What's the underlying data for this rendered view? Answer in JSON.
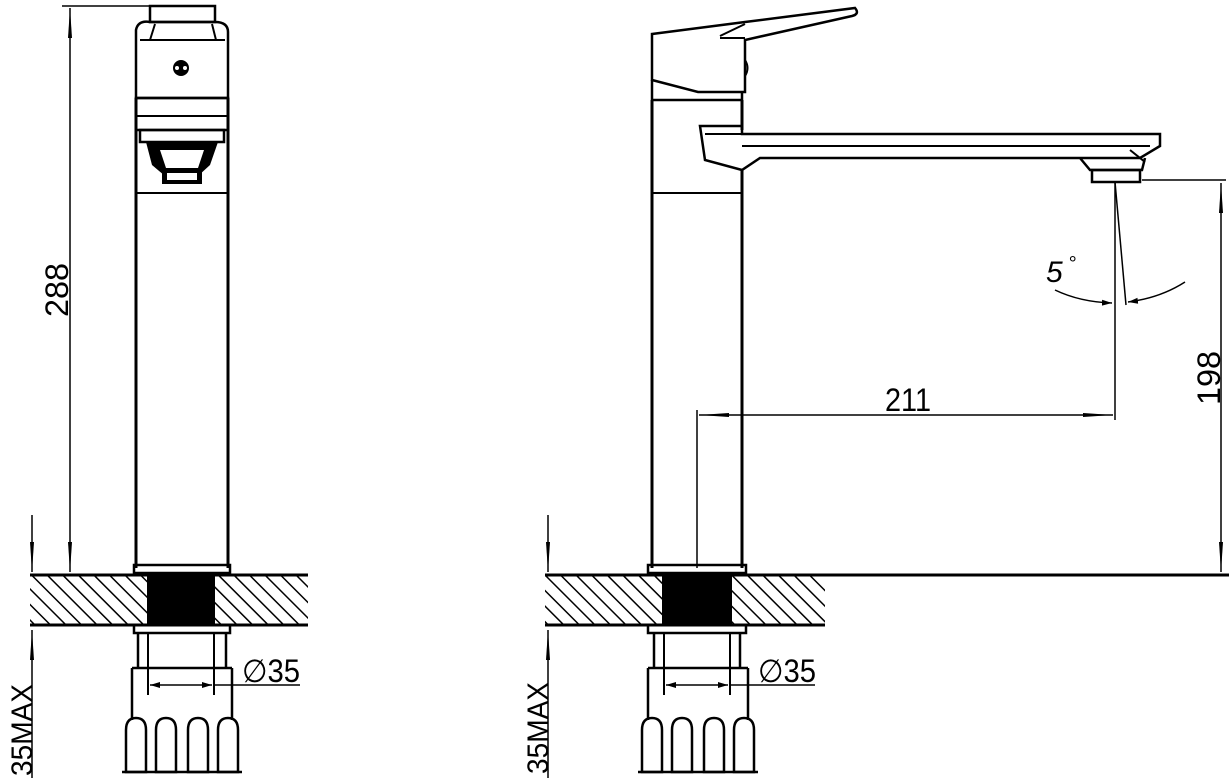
{
  "dimensions": {
    "total_height": "288",
    "spout_reach": "211",
    "spout_height": "198",
    "spout_angle": "5",
    "degree_symbol": "°",
    "hole_diameter_front": "∅35",
    "hole_diameter_side": "∅35",
    "deck_thickness_front": "35MAX",
    "deck_thickness_side": "35MAX"
  },
  "colors": {
    "line": "#000000",
    "background": "#ffffff"
  }
}
